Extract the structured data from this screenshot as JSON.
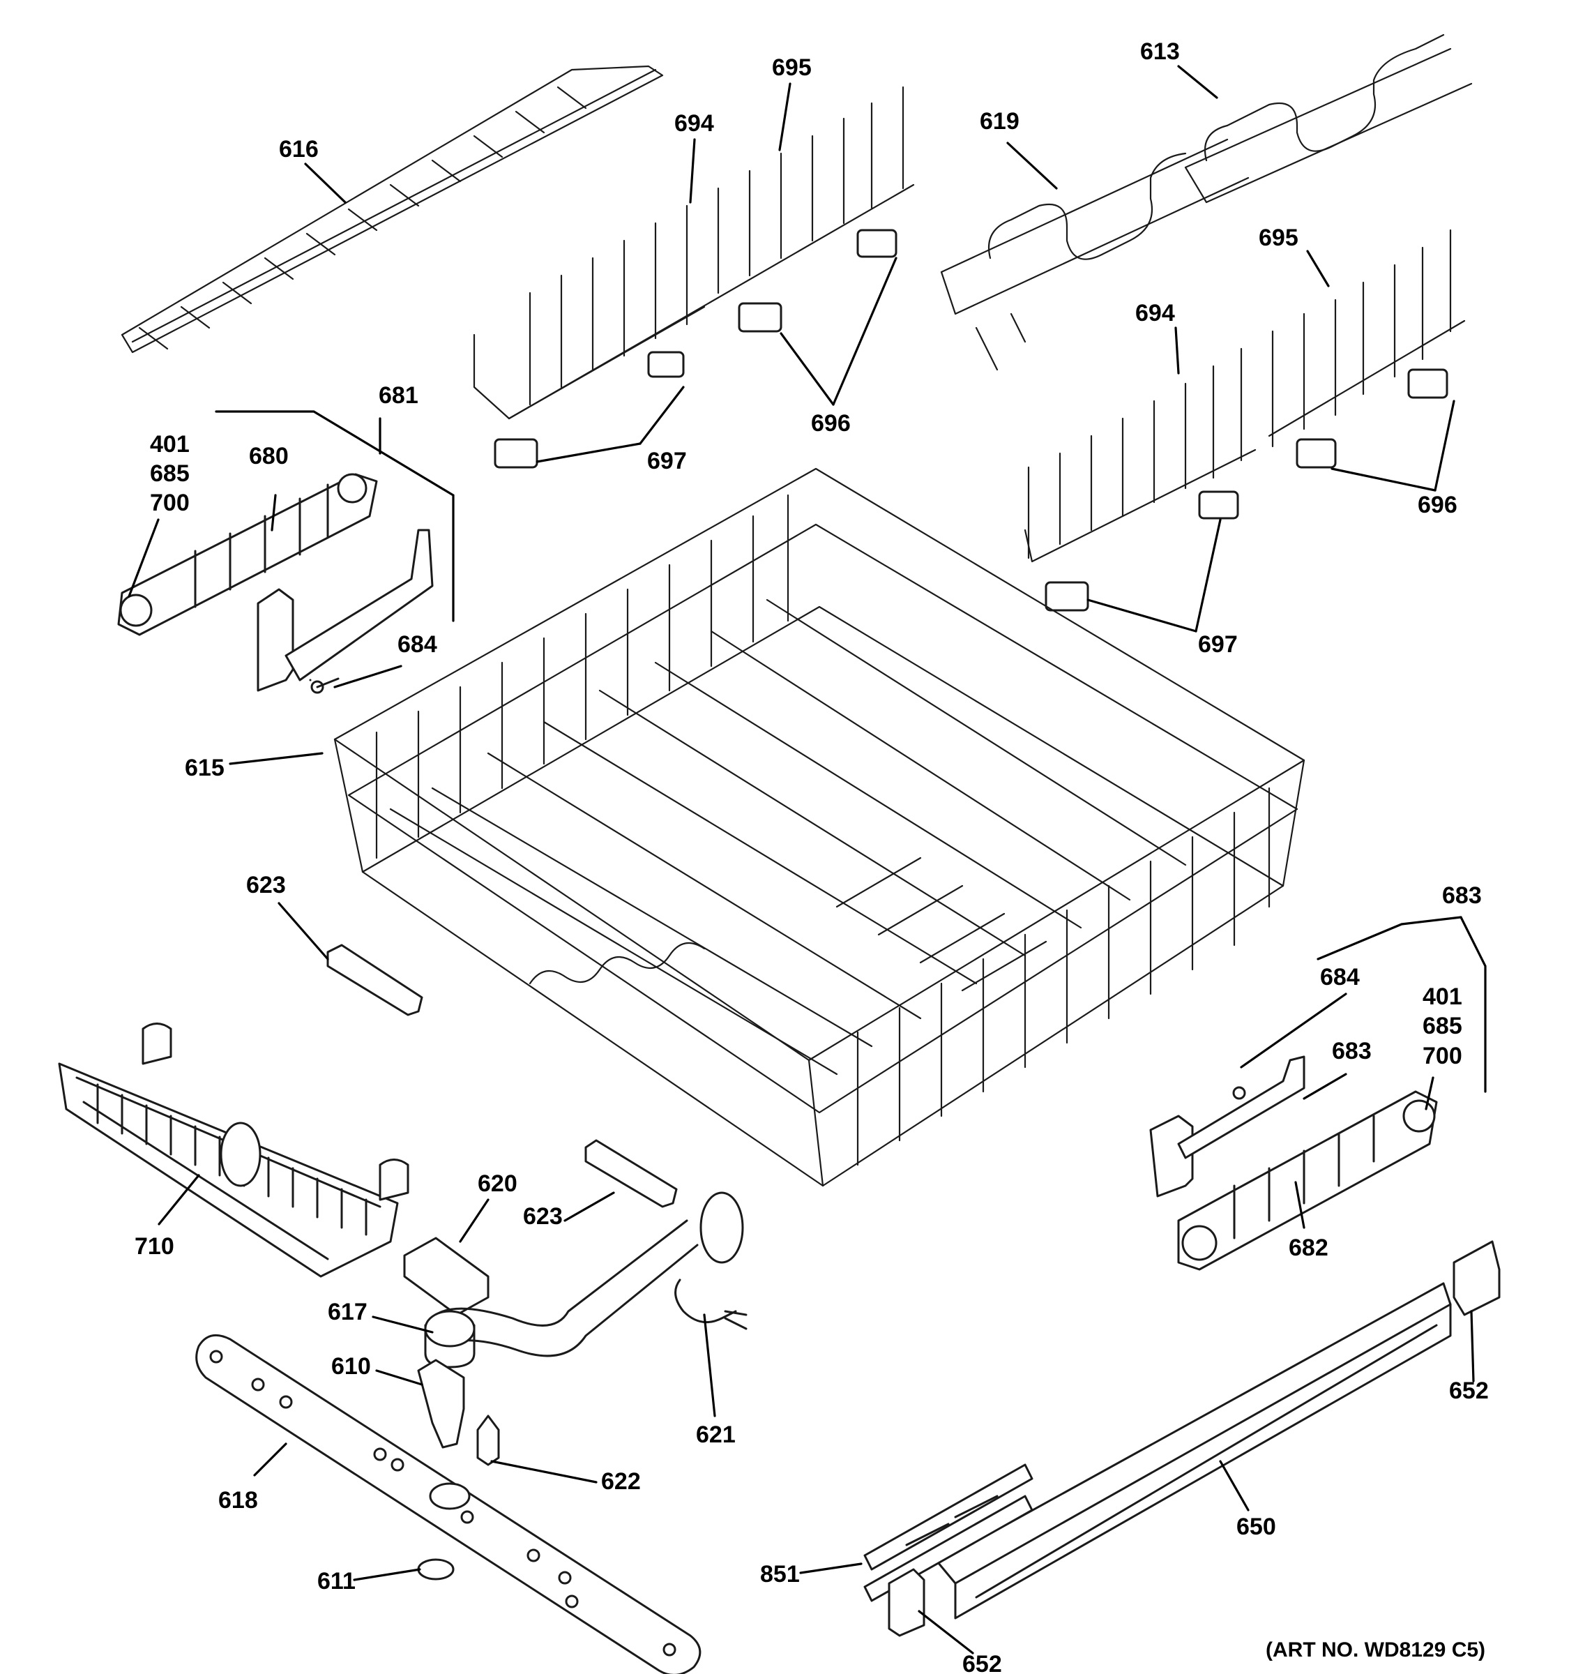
{
  "labels": {
    "l616": "616",
    "l695a": "695",
    "l694a": "694",
    "l613": "613",
    "l619": "619",
    "l695b": "695",
    "l694b": "694",
    "l681": "681",
    "l401a": "401",
    "l685a": "685",
    "l700a": "700",
    "l680": "680",
    "l684a": "684",
    "l697a": "697",
    "l696a": "696",
    "l696b": "696",
    "l697b": "697",
    "l615": "615",
    "l623a": "623",
    "l683a": "683",
    "l684b": "684",
    "l401b": "401",
    "l685b": "685",
    "l700b": "700",
    "l683b": "683",
    "l682": "682",
    "l710": "710",
    "l620": "620",
    "l623b": "623",
    "l617": "617",
    "l610": "610",
    "l621": "621",
    "l622": "622",
    "l618": "618",
    "l611": "611",
    "l652a": "652",
    "l650": "650",
    "l851": "851",
    "l652b": "652"
  },
  "art_number": "(ART NO. WD8129 C5)"
}
